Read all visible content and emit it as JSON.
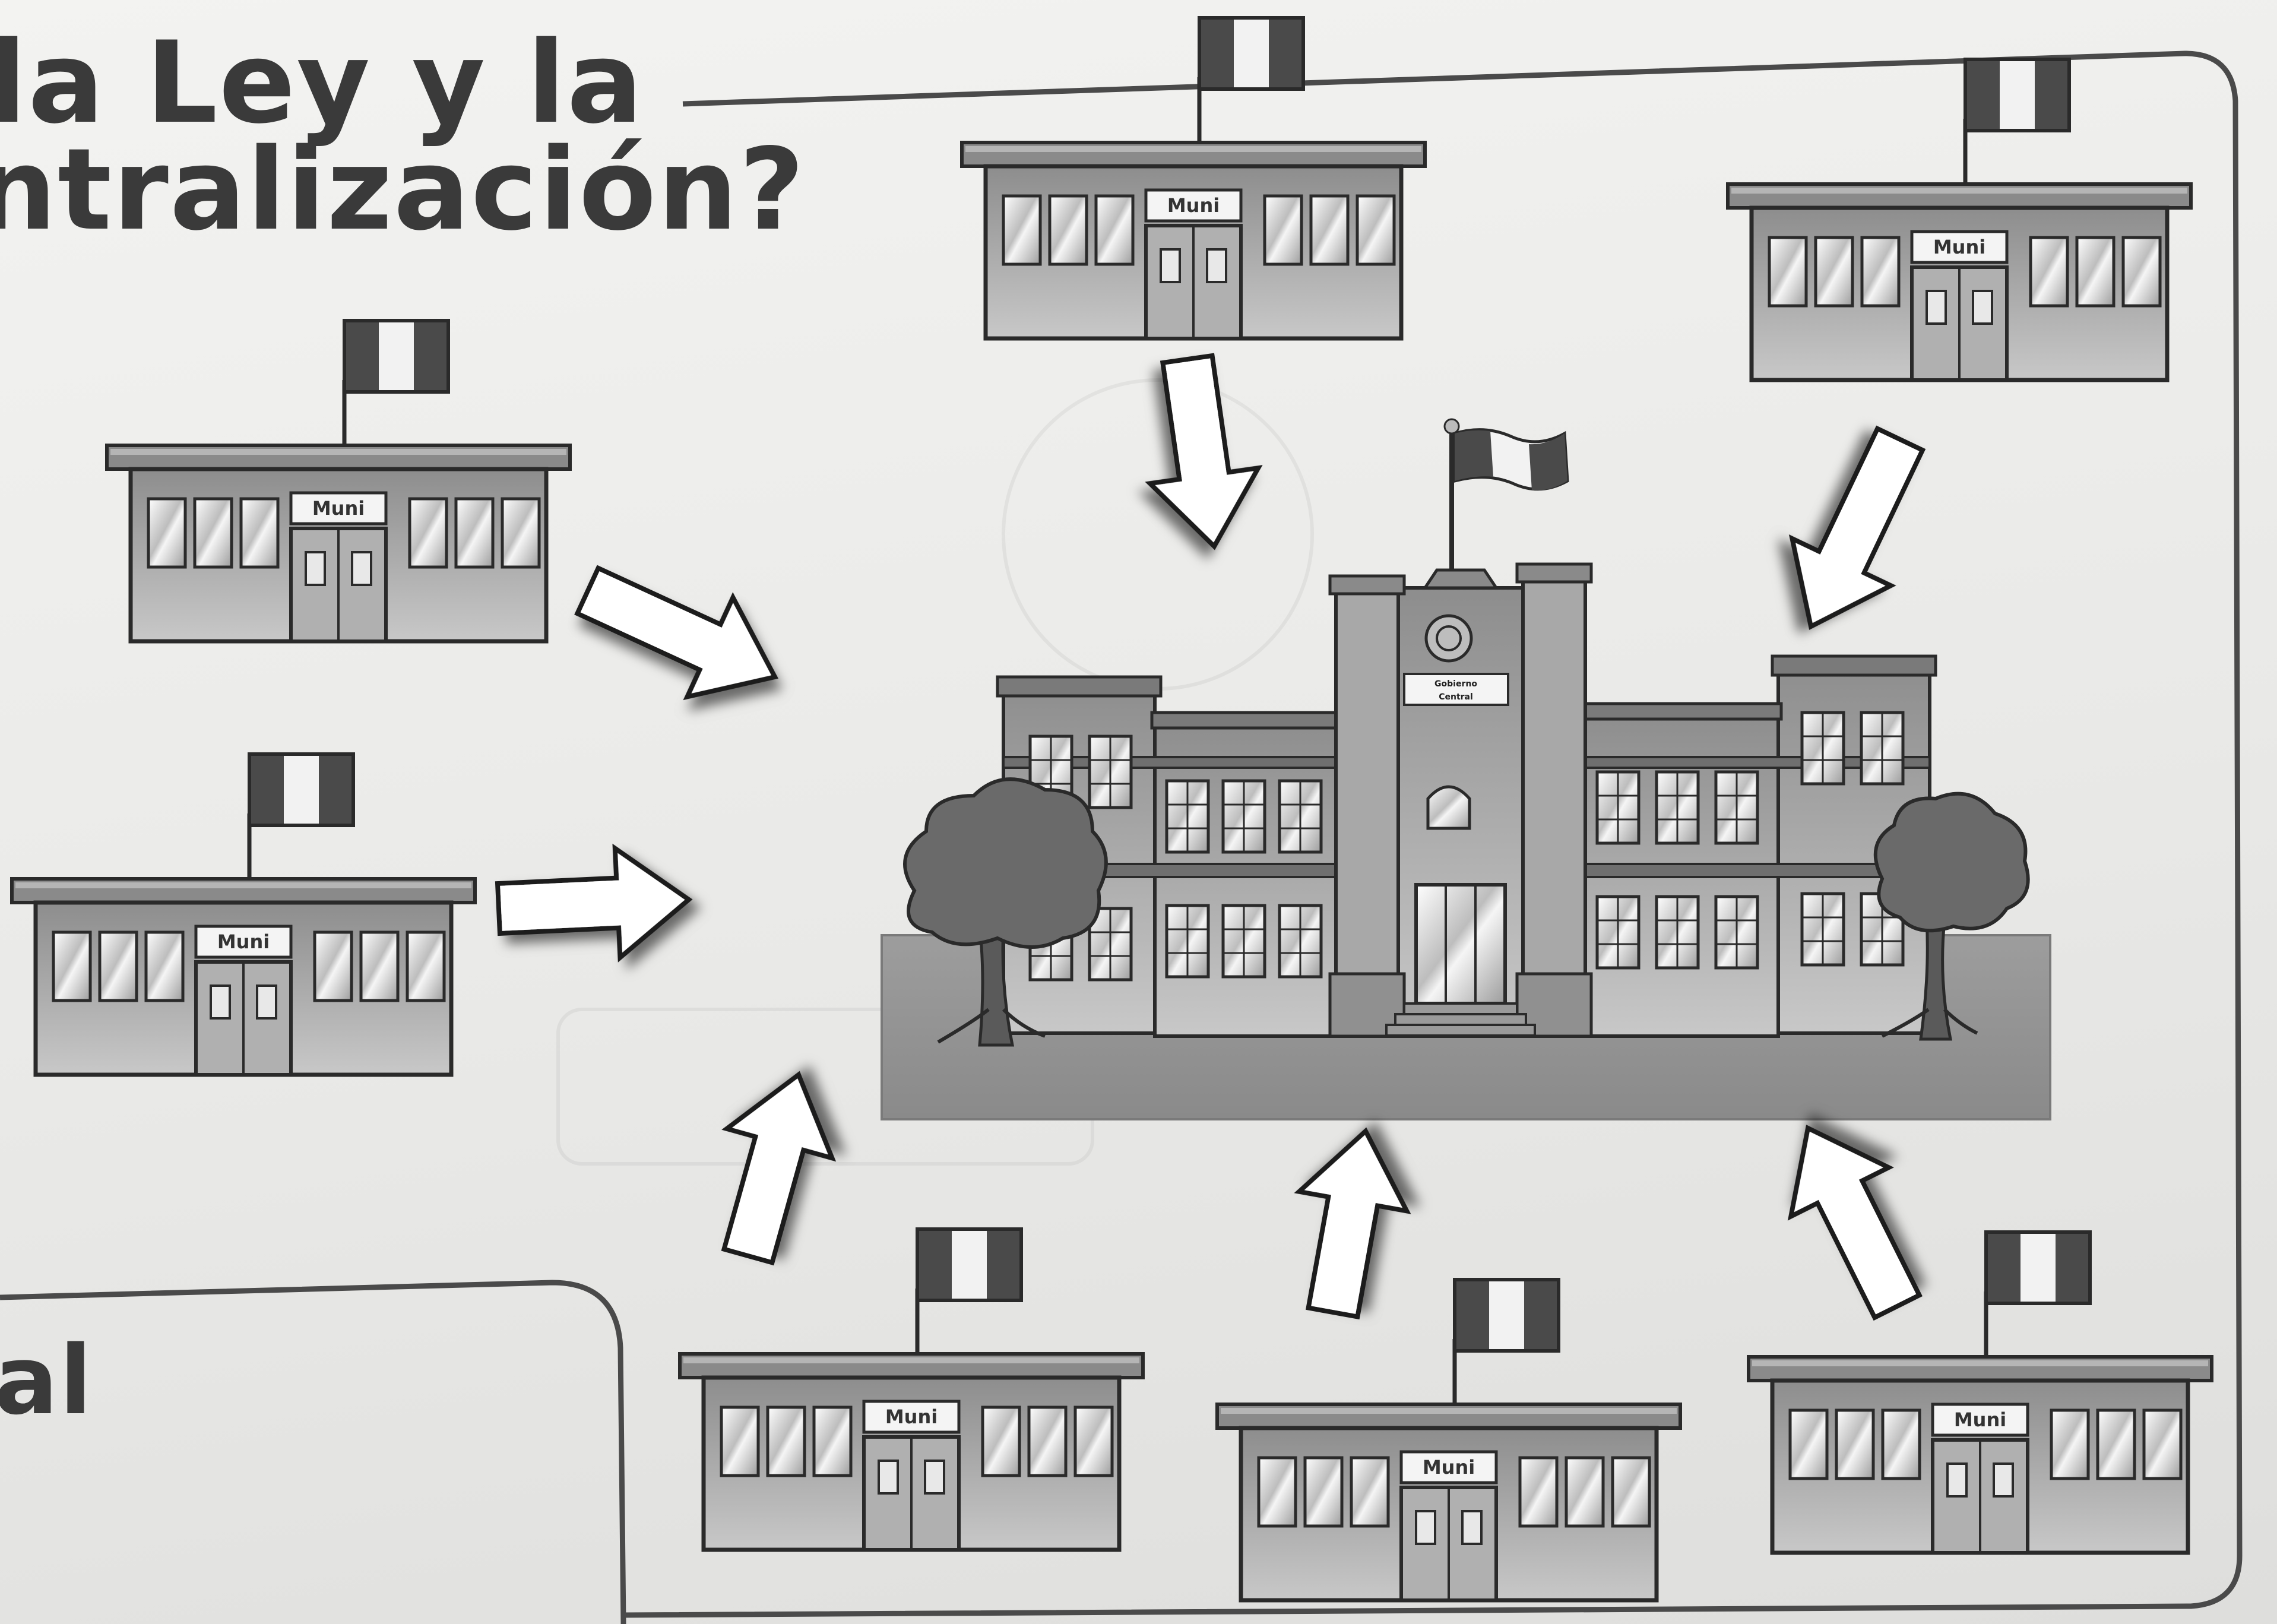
{
  "heading": {
    "line1": "la Ley y la",
    "line2": "ntralización?",
    "line3": "al"
  },
  "municipalities": [
    {
      "id": "top-center",
      "label": "Muni"
    },
    {
      "id": "top-right",
      "label": "Muni"
    },
    {
      "id": "left-upper",
      "label": "Muni"
    },
    {
      "id": "left-lower",
      "label": "Muni"
    },
    {
      "id": "bottom-left",
      "label": "Muni"
    },
    {
      "id": "bottom-center",
      "label": "Muni"
    },
    {
      "id": "bottom-right",
      "label": "Muni"
    }
  ],
  "central_government": {
    "label_line1": "Gobierno",
    "label_line2": "Central"
  },
  "colors": {
    "building_gray": "#9a9a9a",
    "outline": "#2a2a2a",
    "flag_red": "#4a4a4a",
    "flag_white": "#f2f2f2"
  }
}
